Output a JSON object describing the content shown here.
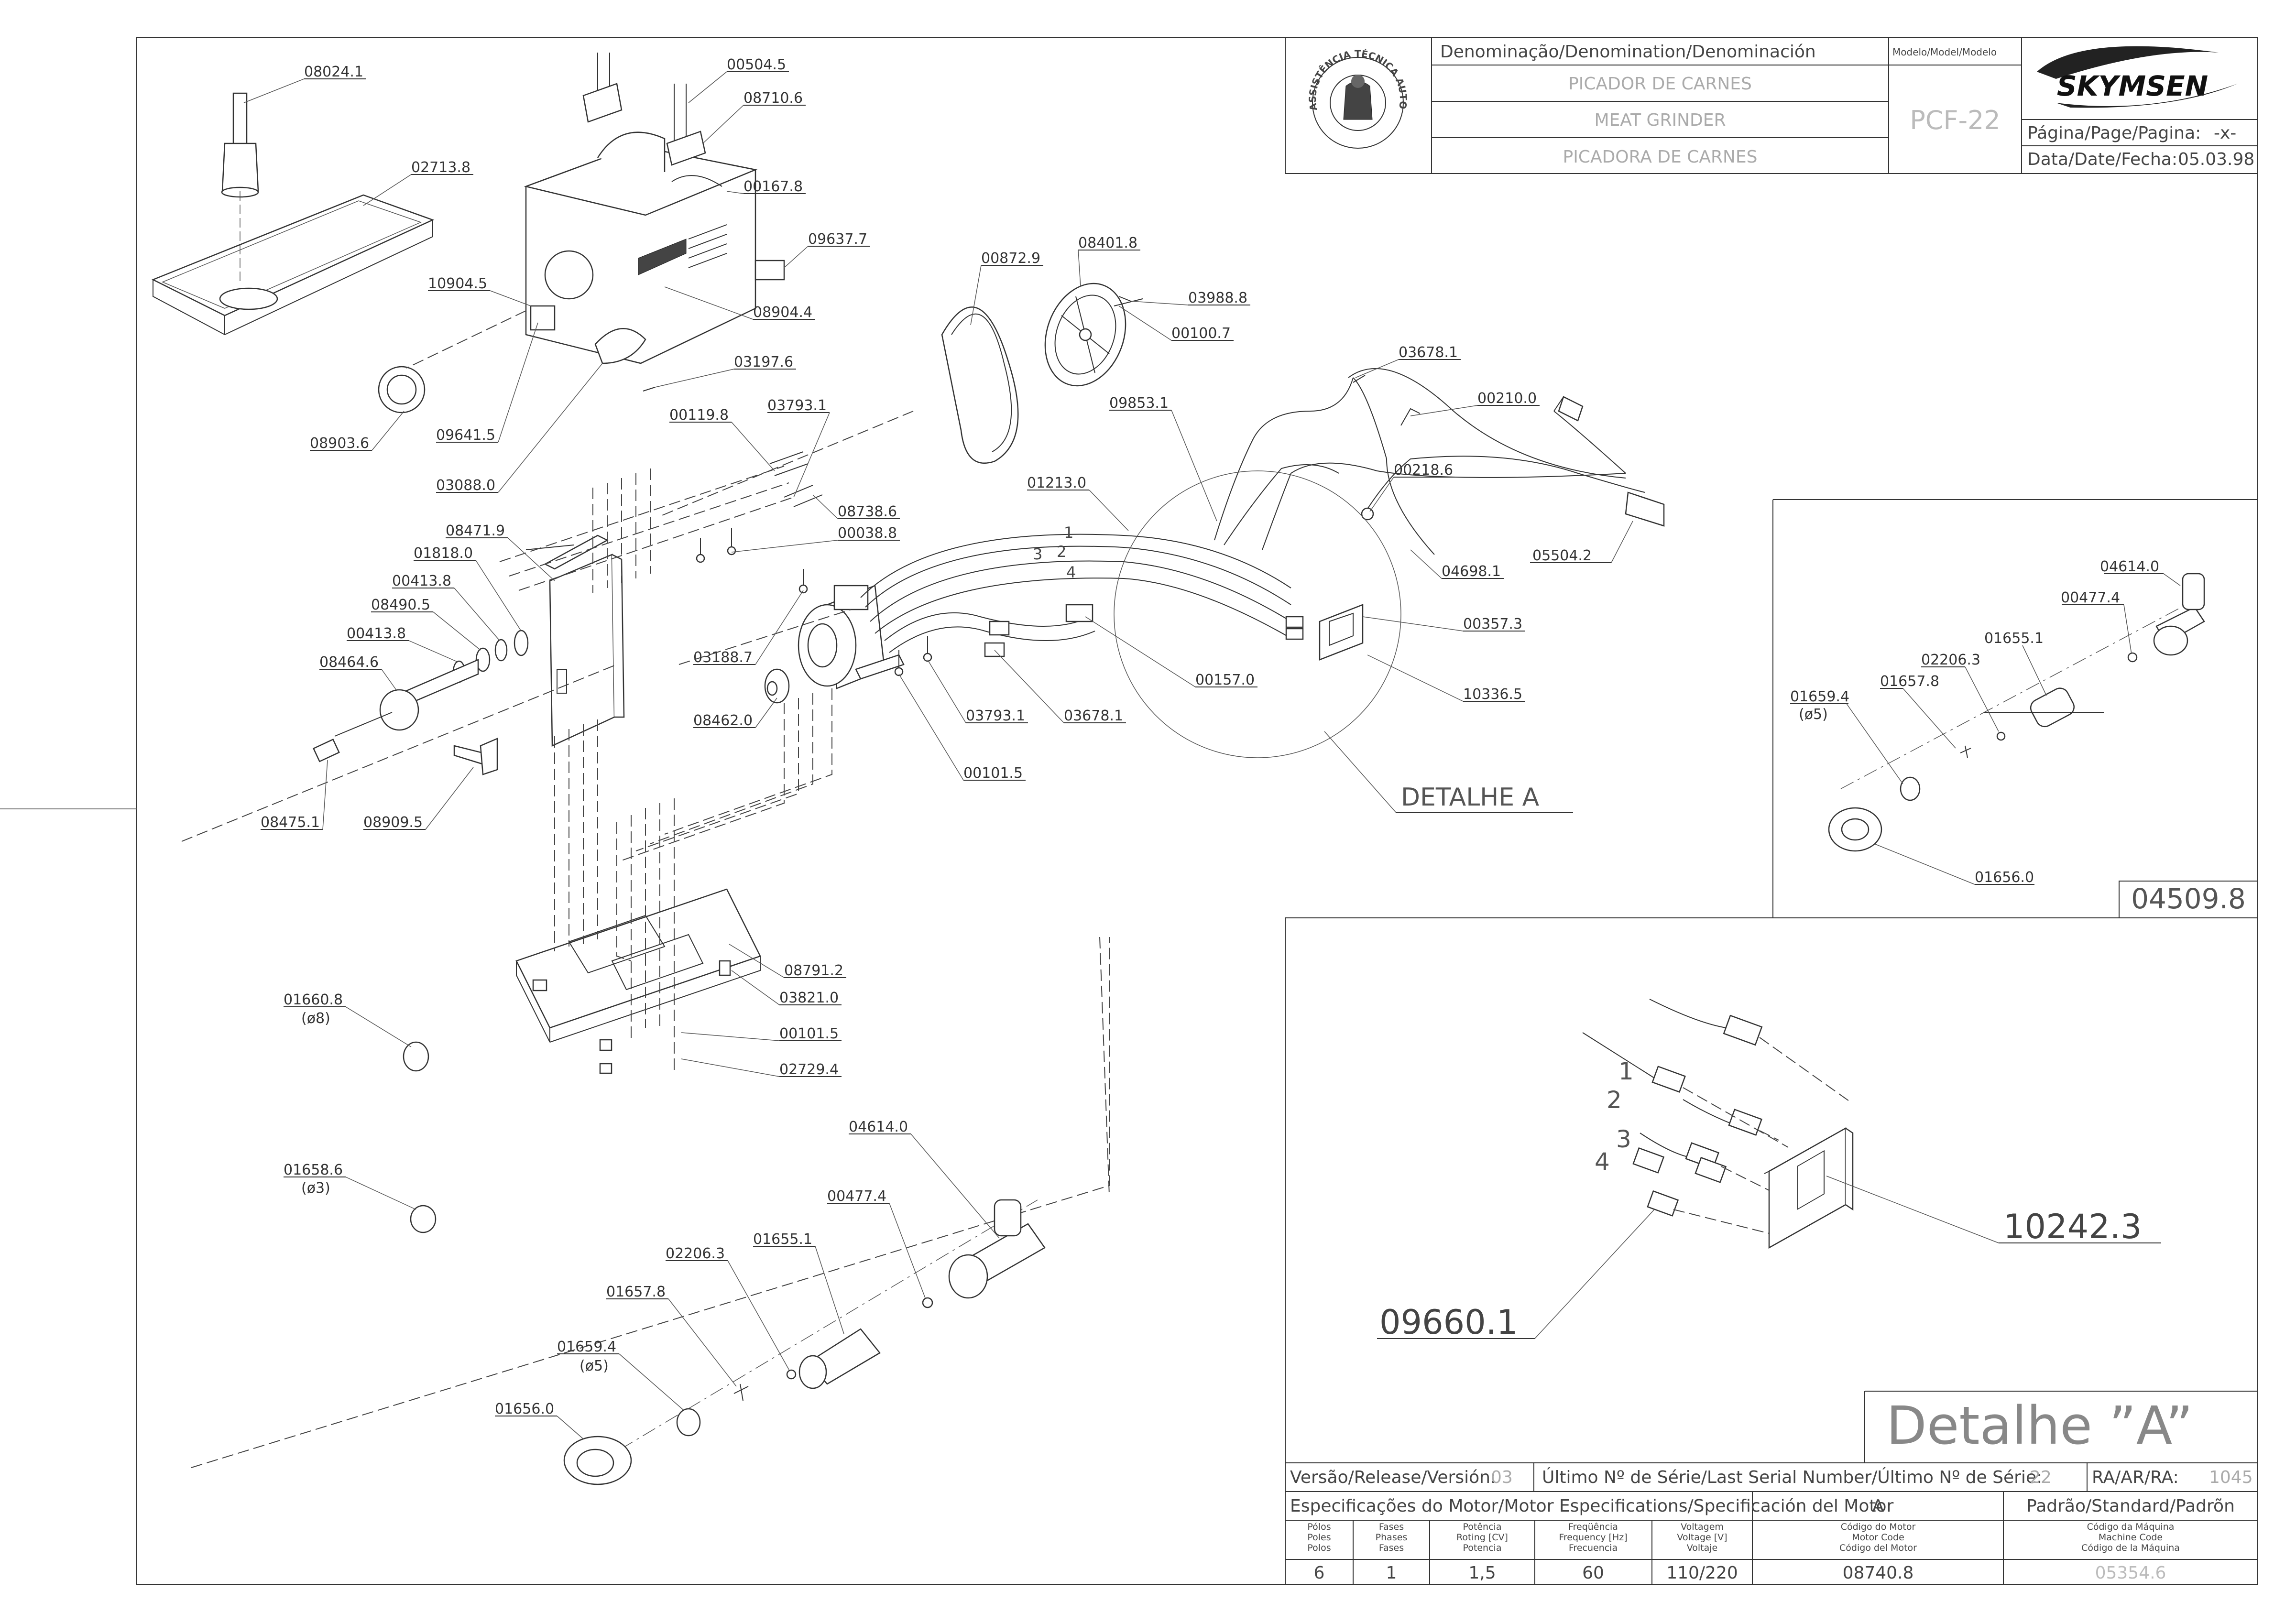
{
  "title_block": {
    "denomination_header": "Denominação/Denomination/Denominación",
    "name_pt": "PICADOR DE CARNES",
    "name_en": "MEAT GRINDER",
    "name_es": "PICADORA DE CARNES",
    "model_header": "Modelo/Model/Modelo",
    "model": "PCF-22",
    "brand": "SKYMSEN",
    "seal_text": "ASSISTÊNCIA TÉCNICA AUTORIZADA",
    "page_label": "Página/Page/Pagina:",
    "page_value": "-x-",
    "date_label": "Data/Date/Fecha:",
    "date_value": "05.03.98"
  },
  "parts": {
    "p08024_1": "08024.1",
    "p02713_8": "02713.8",
    "p10904_5": "10904.5",
    "p08903_6": "08903.6",
    "p09641_5": "09641.5",
    "p03088_0": "03088.0",
    "p00504_5": "00504.5",
    "p08710_6": "08710.6",
    "p00167_8": "00167.8",
    "p09637_7": "09637.7",
    "p08904_4": "08904.4",
    "p03197_6": "03197.6",
    "p00872_9": "00872.9",
    "p08401_8": "08401.8",
    "p03988_8": "03988.8",
    "p00100_7": "00100.7",
    "p00119_8": "00119.8",
    "p03793_1a": "03793.1",
    "p08738_6": "08738.6",
    "p00038_8": "00038.8",
    "p08471_9": "08471.9",
    "p01818_0": "01818.0",
    "p00413_8a": "00413.8",
    "p08490_5": "08490.5",
    "p00413_8b": "00413.8",
    "p08464_6": "08464.6",
    "p08475_1": "08475.1",
    "p08909_5": "08909.5",
    "p03188_7": "03188.7",
    "p08462_0": "08462.0",
    "p03793_1b": "03793.1",
    "p03678_1b": "03678.1",
    "p00101_5a": "00101.5",
    "p01213_0": "01213.0",
    "p09853_1": "09853.1",
    "p03678_1a": "03678.1",
    "p00210_0": "00210.0",
    "p00218_6": "00218.6",
    "p05504_2": "05504.2",
    "p04698_1": "04698.1",
    "p00357_3": "00357.3",
    "p00157_0": "00157.0",
    "p10336_5": "10336.5",
    "detalhe_a_label": "DETALHE A",
    "p08791_2": "08791.2",
    "p03821_0": "03821.0",
    "p00101_5b": "00101.5",
    "p02729_4": "02729.4",
    "p01660_8": "01660.8",
    "p01660_8_d": "(ø8)",
    "p01658_6": "01658.6",
    "p01658_6_d": "(ø3)",
    "p04614_0": "04614.0",
    "p00477_4": "00477.4",
    "p01655_1": "01655.1",
    "p02206_3": "02206.3",
    "p01657_8": "01657.8",
    "p01659_4": "01659.4",
    "p01659_4_d": "(ø5)",
    "p01656_0": "01656.0",
    "wire_1": "1",
    "wire_2": "2",
    "wire_3": "3",
    "wire_4": "4"
  },
  "inset": {
    "p04614_0": "04614.0",
    "p00477_4": "00477.4",
    "p01655_1": "01655.1",
    "p02206_3": "02206.3",
    "p01657_8": "01657.8",
    "p01659_4": "01659.4",
    "p01659_4_d": "(ø5)",
    "p01656_0": "01656.0",
    "code": "04509.8"
  },
  "detail": {
    "title": "Detalhe ”A”",
    "p10242_3": "10242.3",
    "p09660_1": "09660.1",
    "wire_1": "1",
    "wire_2": "2",
    "wire_3": "3",
    "wire_4": "4"
  },
  "bottom_block": {
    "version_label": "Versão/Release/Versión:",
    "version_value": "03",
    "serial_label": "Último Nº de Série/Last Serial Number/Último Nº de Série:",
    "serial_value": "22",
    "ra_label": "RA/AR/RA:",
    "ra_value": "1045",
    "motor_spec_label": "Especificações do Motor/Motor Especifications/Specificación del Motor",
    "motor_spec_value": "A",
    "standard_label": "Padrão/Standard/Padrõn",
    "col_poles": [
      "Pólos",
      "Poles",
      "Polos"
    ],
    "col_phases": [
      "Fases",
      "Phases",
      "Fases"
    ],
    "col_power": [
      "Potência",
      "Roting [CV]",
      "Potencia"
    ],
    "col_frequency": [
      "Freqüência",
      "Frequency [Hz]",
      "Frecuencia"
    ],
    "col_voltage": [
      "Voltagem",
      "Voltage [V]",
      "Voltaje"
    ],
    "col_motor_code": [
      "Código do Motor",
      "Motor Code",
      "Código del Motor"
    ],
    "col_machine_code": [
      "Código da Máquina",
      "Machine Code",
      "Código de la Máquina"
    ],
    "poles": "6",
    "phases": "1",
    "power": "1,5",
    "frequency": "60",
    "voltage": "110/220",
    "motor_code": "08740.8",
    "machine_code": "05354.6"
  }
}
